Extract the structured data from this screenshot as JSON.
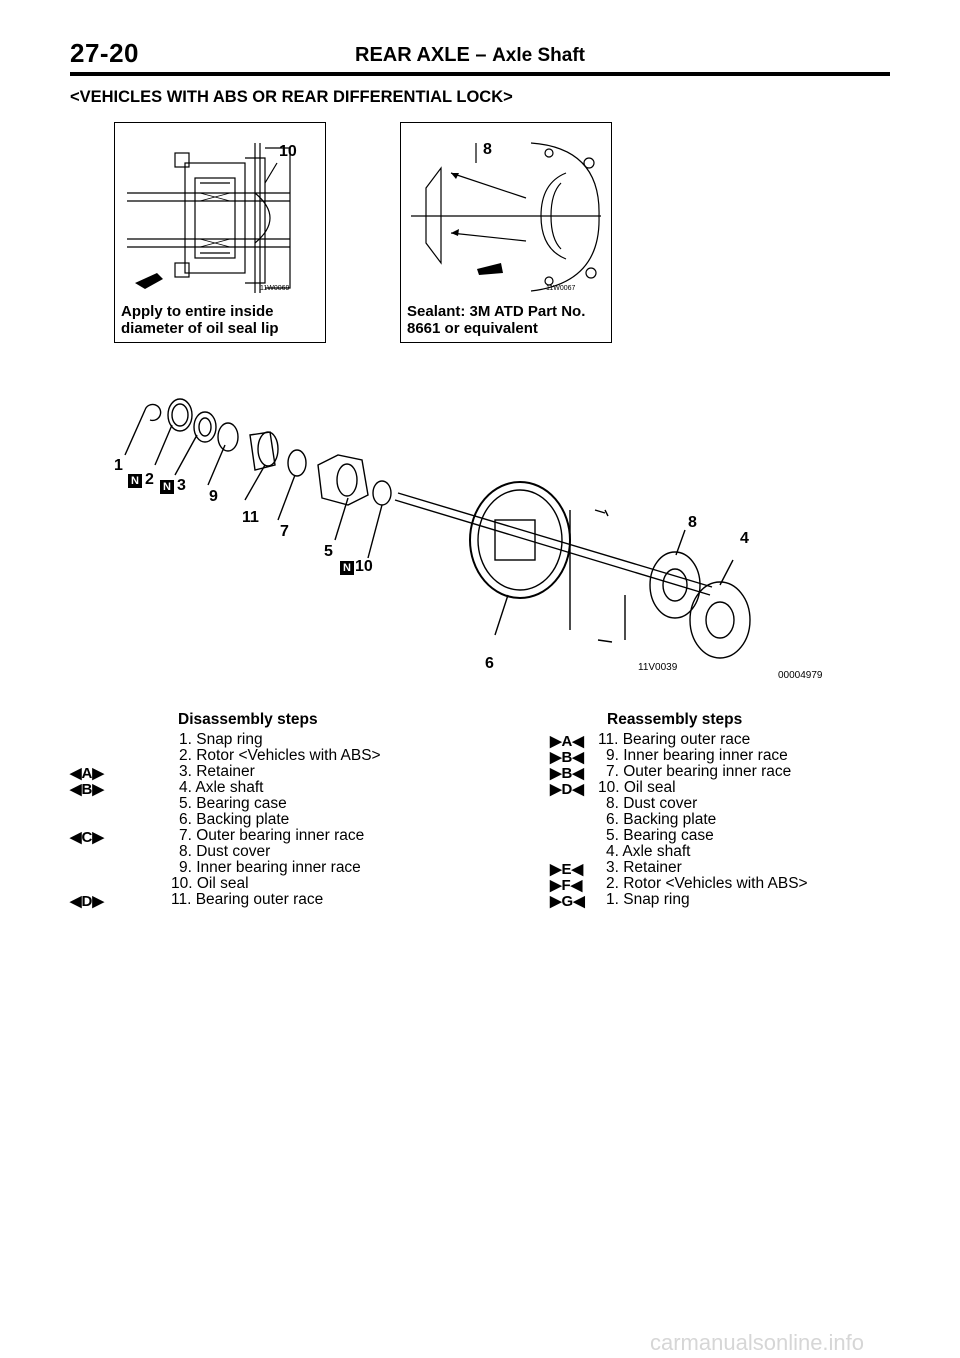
{
  "header": {
    "page_number": "27-20",
    "title": "REAR AXLE",
    "separator": " – ",
    "subtitle": "Axle Shaft"
  },
  "section_title": "<VEHICLES WITH ABS OR REAR DIFFERENTIAL LOCK>",
  "figure_left": {
    "callout": "10",
    "code": "11W0069",
    "caption_line1": "Apply to entire inside",
    "caption_line2": "diameter of oil seal lip"
  },
  "figure_right": {
    "callout": "8",
    "code": "11W0067",
    "caption_line1": "Sealant: 3M ATD Part No.",
    "caption_line2": "8661 or equivalent"
  },
  "exploded": {
    "code1": "11V0039",
    "code2": "00004979",
    "new_part_symbol": "N",
    "callouts": [
      "1",
      "2",
      "3",
      "9",
      "11",
      "7",
      "5",
      "10",
      "6",
      "8",
      "4"
    ]
  },
  "disassembly": {
    "heading": "Disassembly steps",
    "items": [
      "1. Snap ring",
      "2. Rotor <Vehicles with ABS>",
      "3. Retainer",
      "4. Axle shaft",
      "5. Bearing case",
      "6. Backing plate",
      "7. Outer bearing inner race",
      "8. Dust cover",
      "9. Inner bearing inner race",
      "10. Oil seal",
      "11. Bearing outer race"
    ],
    "marks": {
      "A": "A",
      "B": "B",
      "C": "C",
      "D": "D"
    }
  },
  "reassembly": {
    "heading": "Reassembly steps",
    "items": [
      "11. Bearing outer race",
      "9. Inner bearing inner race",
      "7. Outer bearing inner race",
      "10. Oil seal",
      "8. Dust cover",
      "6. Backing plate",
      "5. Bearing case",
      "4. Axle shaft",
      "3. Retainer",
      "2. Rotor <Vehicles with ABS>",
      "1. Snap ring"
    ],
    "marks": [
      "A",
      "B",
      "B",
      "D",
      "E",
      "F",
      "G"
    ]
  },
  "footer": "carmanualsonline.info"
}
